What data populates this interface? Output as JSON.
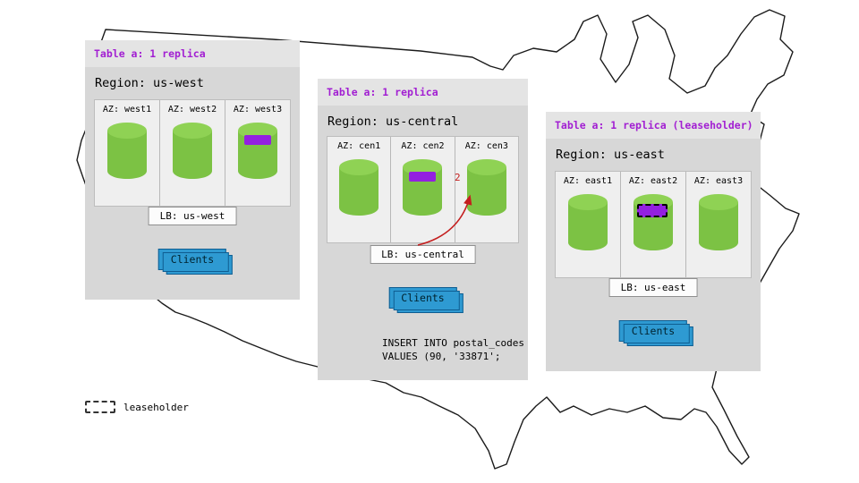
{
  "colors": {
    "panel_gray": "#d7d7d7",
    "header_text_purple": "#a21fd2",
    "cylinder_green": "#7cc244",
    "replica_purple": "#9320e0",
    "clients_blue": "#2e9ad2",
    "arrow_red": "#c41e1e"
  },
  "legend": {
    "label": "leaseholder"
  },
  "panels": [
    {
      "table_label": "Table a: 1 replica",
      "region_label": "Region: us-west",
      "azs": [
        {
          "label": "AZ: west1",
          "replica": false,
          "leaseholder": false
        },
        {
          "label": "AZ: west2",
          "replica": false,
          "leaseholder": false
        },
        {
          "label": "AZ: west3",
          "replica": true,
          "leaseholder": false
        }
      ],
      "lb_label": "LB: us-west",
      "clients_label": "Clients"
    },
    {
      "table_label": "Table a: 1 replica",
      "region_label": "Region: us-central",
      "azs": [
        {
          "label": "AZ: cen1",
          "replica": false,
          "leaseholder": false
        },
        {
          "label": "AZ: cen2",
          "replica": true,
          "leaseholder": false
        },
        {
          "label": "AZ: cen3",
          "replica": false,
          "leaseholder": false
        }
      ],
      "lb_label": "LB: us-central",
      "clients_label": "Clients",
      "arrow_label": "2",
      "sql_line1": "INSERT INTO postal_codes",
      "sql_line2": "VALUES (90, '33871';"
    },
    {
      "table_label": "Table a: 1 replica (leaseholder)",
      "region_label": "Region: us-east",
      "azs": [
        {
          "label": "AZ: east1",
          "replica": false,
          "leaseholder": false
        },
        {
          "label": "AZ: east2",
          "replica": true,
          "leaseholder": true
        },
        {
          "label": "AZ: east3",
          "replica": false,
          "leaseholder": false
        }
      ],
      "lb_label": "LB: us-east",
      "clients_label": "Clients"
    }
  ]
}
